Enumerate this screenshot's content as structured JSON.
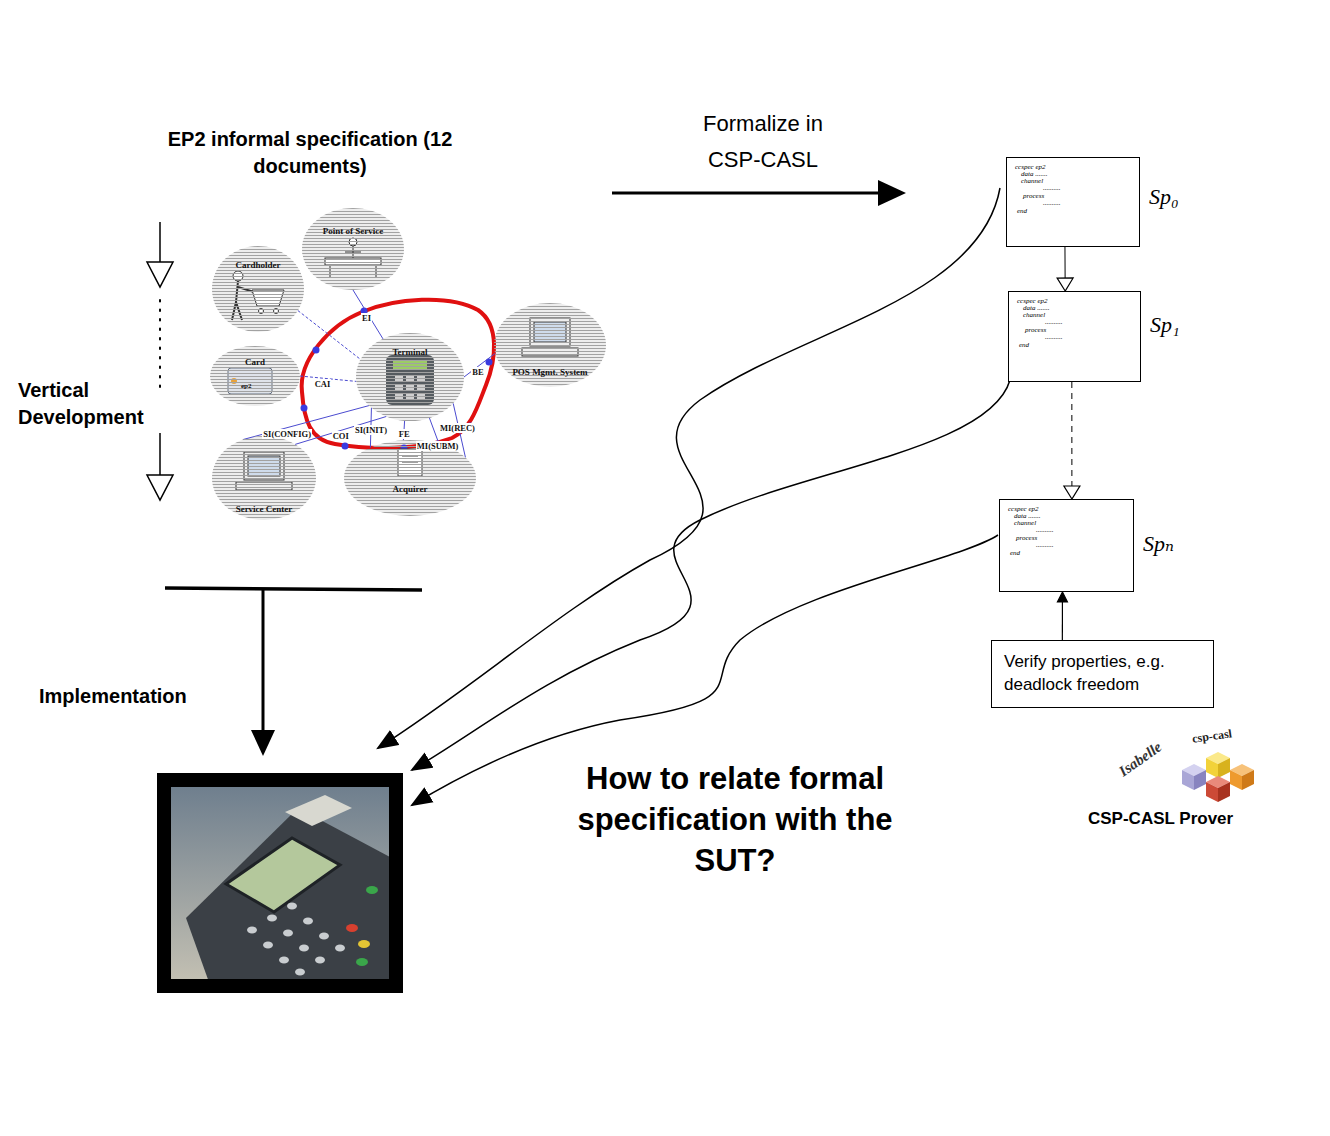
{
  "diagram": {
    "nodes": [
      {
        "text": [
          "Point of Service"
        ]
      },
      {
        "text": [
          "Cardholder"
        ]
      },
      {
        "text": [
          "Terminal"
        ]
      },
      {
        "text": [
          "POS Mgmt. System"
        ]
      },
      {
        "text": [
          "Card",
          "ep2"
        ]
      },
      {
        "text": [
          "Service Center"
        ]
      },
      {
        "text": [
          "Acquirer"
        ]
      },
      {
        "text": [
          "ccspec ep2",
          "data .......",
          "channel",
          "..........",
          "process",
          "..........",
          "end",
          "Sp₀"
        ]
      },
      {
        "text": [
          "ccspec ep2",
          "data .......",
          "channel",
          "..........",
          "process",
          "..........",
          "end",
          "Sp₁"
        ]
      },
      {
        "text": [
          "ccspec ep2",
          "data .......",
          "channel",
          "..........",
          "process",
          "..........",
          "end",
          "Spₙ"
        ]
      },
      {
        "text": [
          "Verify properties, e.g. deadlock freedom"
        ]
      }
    ],
    "edges": [
      {
        "from": 1,
        "to": 2,
        "arrow": "none"
      },
      {
        "from": 0,
        "to": 2,
        "label": "EI",
        "arrow": "none"
      },
      {
        "from": 4,
        "to": 2,
        "label": "CAI",
        "arrow": "none"
      },
      {
        "from": 2,
        "to": 3,
        "label": "BE",
        "arrow": "none"
      },
      {
        "from": 5,
        "to": 2,
        "label": "SI(CONFIG)",
        "arrow": "none"
      },
      {
        "from": 5,
        "to": 2,
        "label": "COI",
        "arrow": "none"
      },
      {
        "from": 2,
        "to": 6,
        "label": "SI(INIT)",
        "arrow": "none"
      },
      {
        "from": 2,
        "to": 6,
        "label": "FE",
        "arrow": "none"
      },
      {
        "from": 2,
        "to": 6,
        "label": "MI(SUBM)",
        "arrow": "none"
      },
      {
        "from": 2,
        "to": 6,
        "label": "MI(REC)",
        "arrow": "none"
      },
      {
        "from": 7,
        "to": 8,
        "arrow": "to"
      },
      {
        "from": 8,
        "to": 9,
        "arrow": "to"
      },
      {
        "from": 10,
        "to": 9,
        "arrow": "to"
      }
    ],
    "labels": [
      "EP2 informal specification (12 documents)",
      "Formalize in CSP-CASL",
      "Vertical Development",
      "Implementation",
      "How to relate formal specification with the SUT?",
      "Isabelle",
      "csp-casl",
      "CSP-CASL Prover"
    ]
  }
}
